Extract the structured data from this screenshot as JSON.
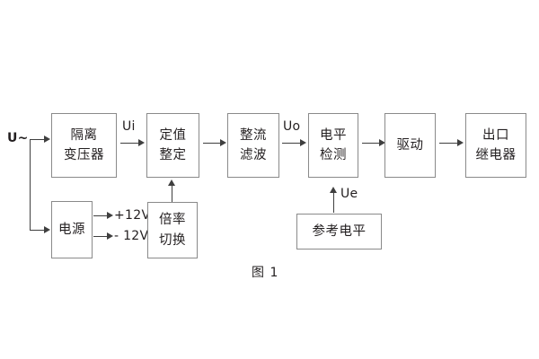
{
  "diagram": {
    "caption": "图 1",
    "source_label": "U~",
    "blocks": [
      {
        "id": "isolation-transformer",
        "lines": [
          "隔离",
          "变压器"
        ]
      },
      {
        "id": "setpoint-adjust",
        "lines": [
          "定值",
          "整定"
        ]
      },
      {
        "id": "rectify-filter",
        "lines": [
          "整流",
          "滤波"
        ]
      },
      {
        "id": "level-detect",
        "lines": [
          "电平",
          "检测"
        ]
      },
      {
        "id": "drive",
        "lines": [
          "驱动"
        ]
      },
      {
        "id": "output-relay",
        "lines": [
          "出口",
          "继电器"
        ]
      },
      {
        "id": "power-supply",
        "lines": [
          "电源"
        ]
      },
      {
        "id": "multiplier-switch",
        "lines": [
          "倍率",
          "切换"
        ]
      },
      {
        "id": "reference-level",
        "lines": [
          "参考电平"
        ]
      }
    ],
    "signals": {
      "ui": "Ui",
      "uo": "Uo",
      "ue": "Ue",
      "rail_positive": "+12V",
      "rail_negative": "- 12V"
    },
    "colors": {
      "box_border": "#8a8a8a",
      "line": "#3f3f3f",
      "text": "#231f20",
      "background": "#ffffff"
    }
  }
}
